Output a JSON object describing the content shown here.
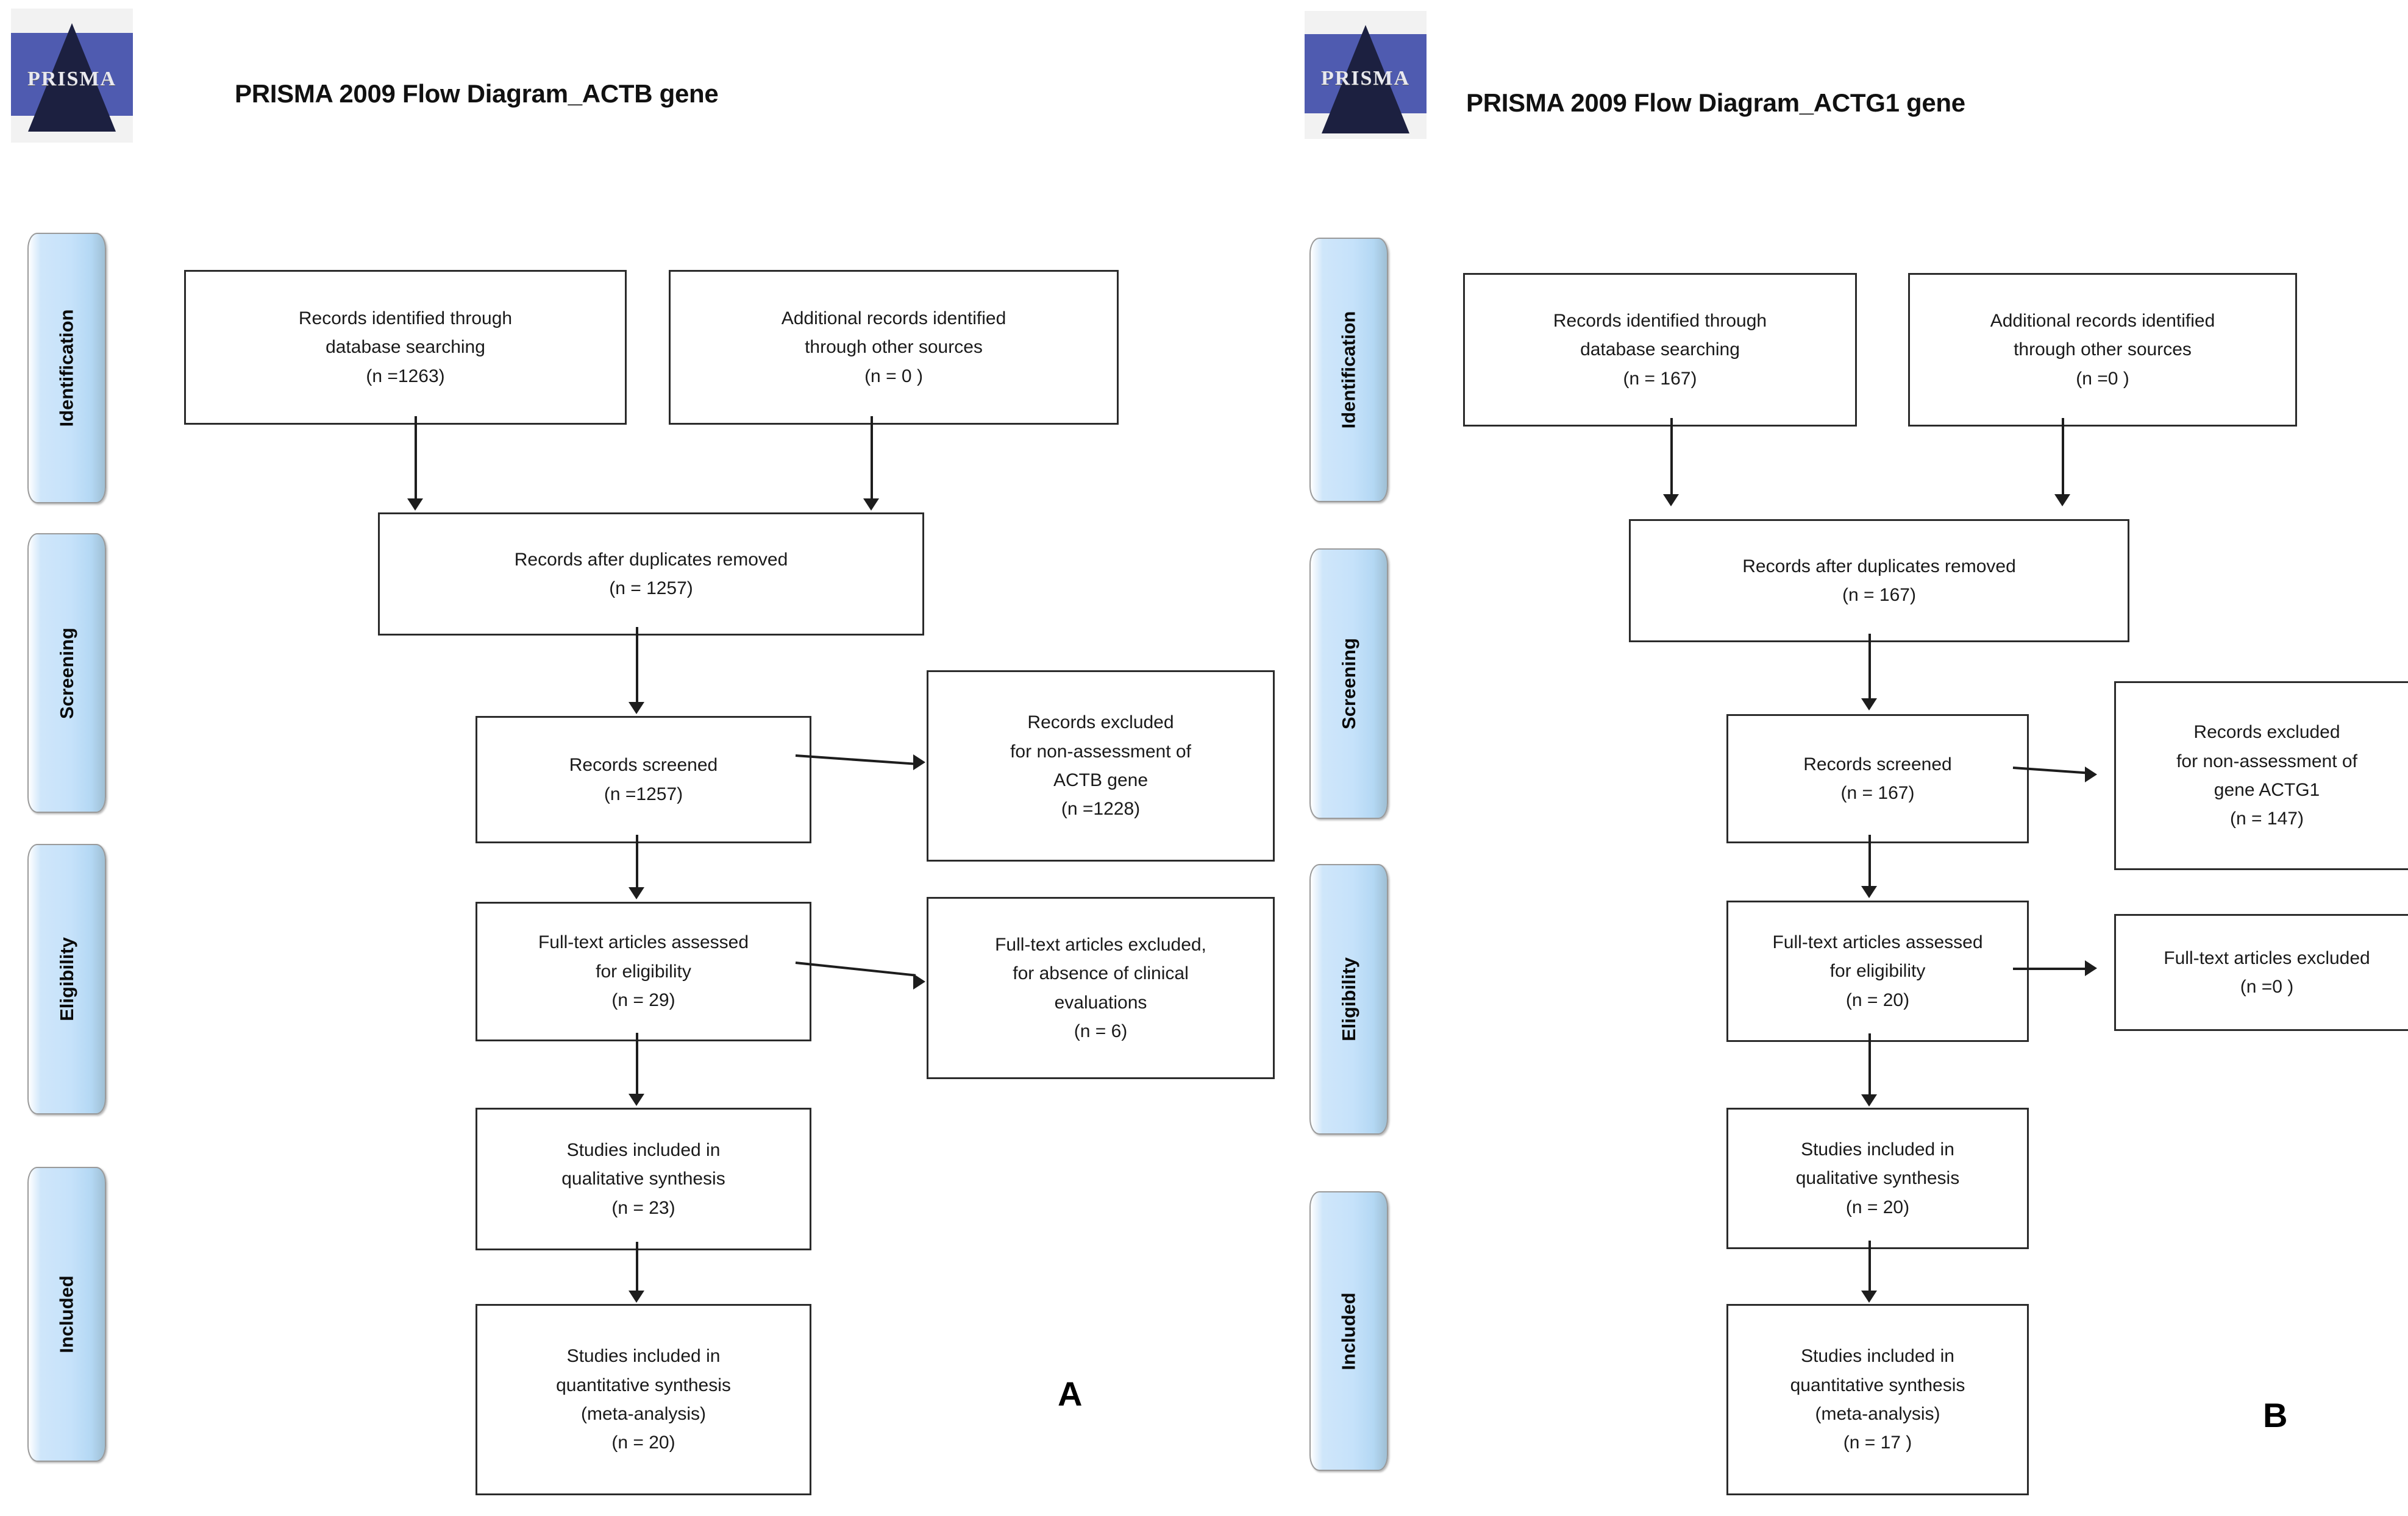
{
  "figure": {
    "panel_letters": {
      "a": "A",
      "b": "B"
    },
    "logo_word": "PRISMA"
  },
  "panels": [
    {
      "id": "panel-a",
      "letter": "A",
      "title": "PRISMA 2009 Flow Diagram_ACTB  gene",
      "stages": [
        {
          "label": "Identification"
        },
        {
          "label": "Screening"
        },
        {
          "label": "Eligibility"
        },
        {
          "label": "Included"
        }
      ],
      "boxes": {
        "records_identified": "Records identified through\ndatabase searching\n(n =1263)",
        "additional_records": "Additional records identified\nthrough other sources\n(n = 0 )",
        "duplicates_removed": "Records after duplicates removed\n(n = 1257)",
        "records_screened": "Records screened\n(n =1257)",
        "records_excluded": "Records excluded\nfor non-assessment of\nACTB gene\n(n =1228)",
        "fulltext_assessed": "Full-text articles assessed\nfor eligibility\n(n = 29)",
        "fulltext_excluded": "Full-text articles excluded,\nfor absence of clinical\nevaluations\n(n = 6)",
        "qualitative": "Studies included in\nqualitative synthesis\n(n = 23)",
        "quantitative": "Studies included in\nquantitative synthesis\n(meta-analysis)\n(n =  20)"
      }
    },
    {
      "id": "panel-b",
      "letter": "B",
      "title": "PRISMA 2009 Flow Diagram_ACTG1 gene",
      "stages": [
        {
          "label": "Identification"
        },
        {
          "label": "Screening"
        },
        {
          "label": "Eligibility"
        },
        {
          "label": "Included"
        }
      ],
      "boxes": {
        "records_identified": "Records identified through\ndatabase searching\n(n = 167)",
        "additional_records": "Additional records identified\nthrough other sources\n(n =0 )",
        "duplicates_removed": "Records after duplicates removed\n(n =  167)",
        "records_screened": "Records screened\n(n = 167)",
        "records_excluded": "Records excluded\nfor non-assessment of\ngene ACTG1\n(n = 147)",
        "fulltext_assessed": "Full-text articles assessed\nfor eligibility\n(n = 20)",
        "fulltext_excluded": "Full-text articles excluded\n(n =0 )",
        "qualitative": "Studies included in\nqualitative synthesis\n(n =  20)",
        "quantitative": "Studies included in\nquantitative synthesis\n(meta-analysis)\n(n = 17 )"
      }
    }
  ],
  "chart_data": {
    "type": "diagram",
    "title": "PRISMA 2009 Flow Diagrams for ACTB and ACTG1 genes",
    "series": [
      {
        "name": "ACTB gene (A)",
        "steps": [
          {
            "stage": "Identification",
            "label": "Records identified through database searching",
            "n": 1263
          },
          {
            "stage": "Identification",
            "label": "Additional records identified through other sources",
            "n": 0
          },
          {
            "stage": "Identification",
            "label": "Records after duplicates removed",
            "n": 1257
          },
          {
            "stage": "Screening",
            "label": "Records screened",
            "n": 1257
          },
          {
            "stage": "Screening",
            "label": "Records excluded for non-assessment of ACTB gene",
            "n": 1228
          },
          {
            "stage": "Eligibility",
            "label": "Full-text articles assessed for eligibility",
            "n": 29
          },
          {
            "stage": "Eligibility",
            "label": "Full-text articles excluded, for absence of clinical evaluations",
            "n": 6
          },
          {
            "stage": "Included",
            "label": "Studies included in qualitative synthesis",
            "n": 23
          },
          {
            "stage": "Included",
            "label": "Studies included in quantitative synthesis (meta-analysis)",
            "n": 20
          }
        ]
      },
      {
        "name": "ACTG1 gene (B)",
        "steps": [
          {
            "stage": "Identification",
            "label": "Records identified through database searching",
            "n": 167
          },
          {
            "stage": "Identification",
            "label": "Additional records identified through other sources",
            "n": 0
          },
          {
            "stage": "Identification",
            "label": "Records after duplicates removed",
            "n": 167
          },
          {
            "stage": "Screening",
            "label": "Records screened",
            "n": 167
          },
          {
            "stage": "Screening",
            "label": "Records excluded for non-assessment of gene ACTG1",
            "n": 147
          },
          {
            "stage": "Eligibility",
            "label": "Full-text articles assessed for eligibility",
            "n": 20
          },
          {
            "stage": "Eligibility",
            "label": "Full-text articles excluded",
            "n": 0
          },
          {
            "stage": "Included",
            "label": "Studies included in qualitative synthesis",
            "n": 20
          },
          {
            "stage": "Included",
            "label": "Studies included in quantitative synthesis (meta-analysis)",
            "n": 17
          }
        ]
      }
    ]
  }
}
